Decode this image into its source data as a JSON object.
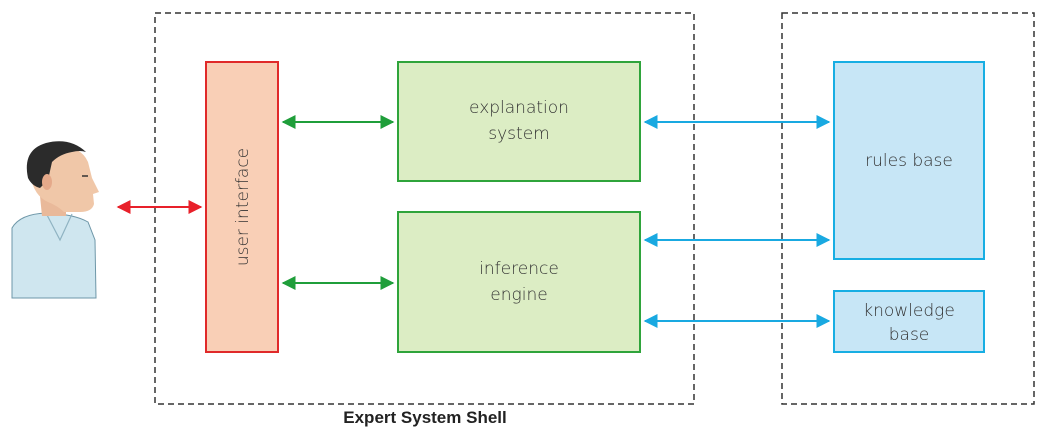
{
  "colors": {
    "user_interface_fill": "#f9cfb6",
    "user_interface_stroke": "#e02a2a",
    "green_fill": "#dcedc4",
    "green_stroke": "#2fa43b",
    "blue_fill": "#c7e6f6",
    "blue_stroke": "#17aee3",
    "red_arrow": "#e8202a",
    "green_arrow": "#1f9e3a",
    "blue_arrow": "#19a9e1",
    "dashed_border": "#333333"
  },
  "boxes": {
    "user_interface": "user interface",
    "explanation_system": [
      "explanation",
      "system"
    ],
    "inference_engine": [
      "inference",
      "engine"
    ],
    "rules_base": "rules base",
    "knowledge_base": [
      "knowledge",
      "base"
    ]
  },
  "caption": "Expert System Shell",
  "icons": {
    "person": "person-profile-icon"
  }
}
